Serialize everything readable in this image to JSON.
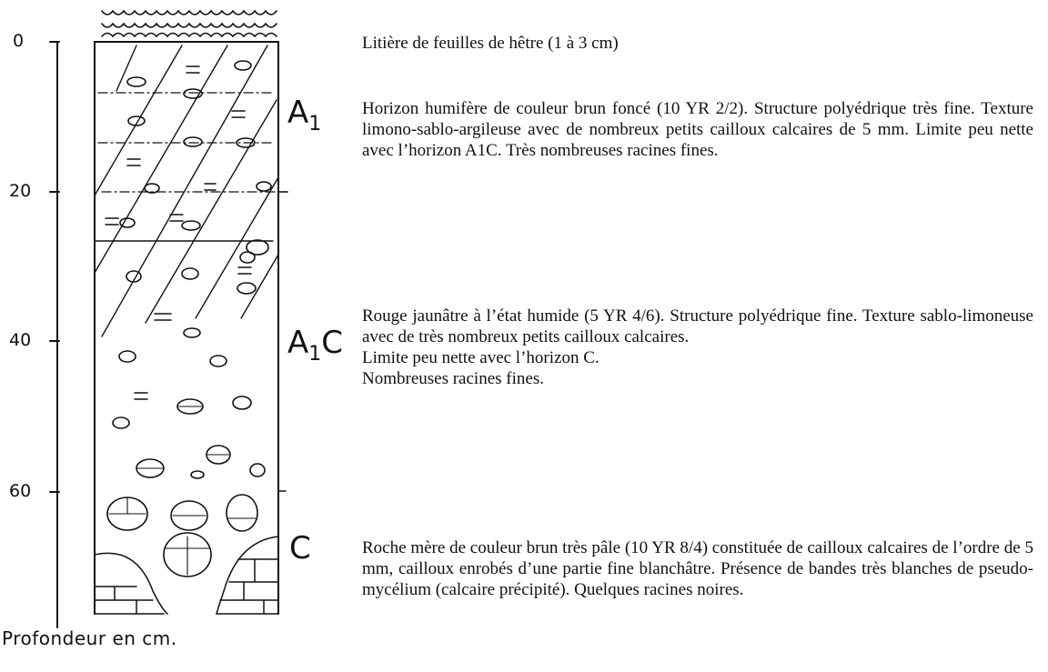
{
  "depth_axis": {
    "label": "Profondeur en cm.",
    "ticks": [
      "0",
      "20",
      "40",
      "60"
    ]
  },
  "horizons": [
    {
      "main": "A",
      "sub": "1",
      "tail": ""
    },
    {
      "main": "A",
      "sub": "1",
      "tail": "C"
    },
    {
      "main": "C",
      "sub": "",
      "tail": ""
    }
  ],
  "descriptions": {
    "litter": [
      "Litière de feuilles de hêtre (1 à 3 cm)"
    ],
    "a1": [
      "Horizon humifère de couleur brun foncé (10 YR 2/2). Structure polyédrique très fine. Texture limono-sablo-argileuse avec de nombreux petits cailloux calcaires de 5 mm. Limite peu nette avec l’horizon A1C. Très nombreuses racines fines."
    ],
    "a1c": [
      "Rouge jaunâtre à l’état humide (5 YR 4/6). Structure polyédrique fine. Texture sablo-limoneuse avec de très nombreux petits cailloux calcaires.",
      "Limite peu nette avec l’horizon C.",
      "Nombreuses racines fines."
    ],
    "c": [
      "Roche mère de couleur brun très pâle (10 YR 8/4) constituée de cailloux calcaires de l’ordre de 5 mm, cailloux enrobés d’une partie fine blanchâtre. Présence de bandes très blanches de pseudo-mycélium (calcaire précipité). Quelques racines noires."
    ]
  }
}
